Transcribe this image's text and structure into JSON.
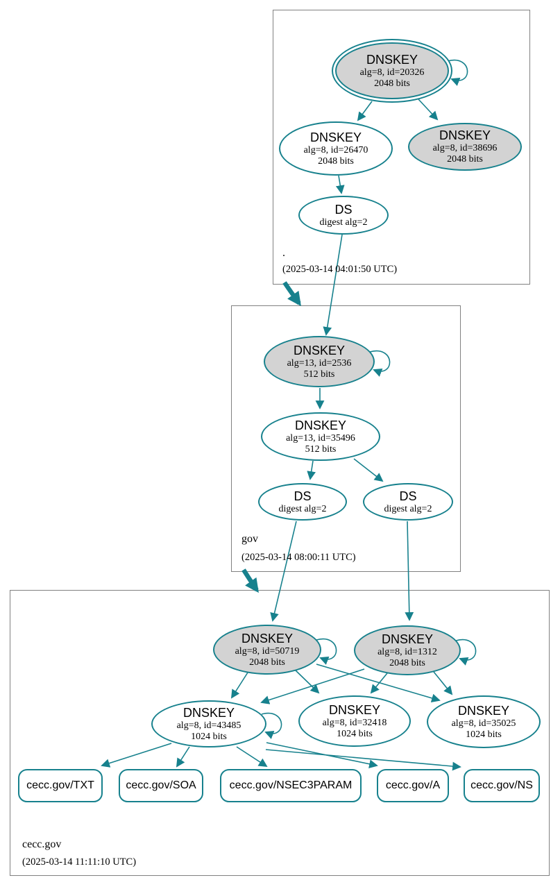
{
  "colors": {
    "edge_teal": "#17818d",
    "ksk_fill_gray": "#d3d3d3",
    "zone_box_border": "#808080",
    "node_fill_white": "#ffffff"
  },
  "zones": {
    "root": {
      "label": ".",
      "timestamp": "(2025-03-14 04:01:50 UTC)",
      "nodes": {
        "ksk": {
          "title": "DNSKEY",
          "meta": "alg=8, id=20326",
          "bits": "2048 bits"
        },
        "zsk": {
          "title": "DNSKEY",
          "meta": "alg=8, id=26470",
          "bits": "2048 bits"
        },
        "ksk2": {
          "title": "DNSKEY",
          "meta": "alg=8, id=38696",
          "bits": "2048 bits"
        },
        "ds": {
          "title": "DS",
          "meta": "digest alg=2"
        }
      }
    },
    "gov": {
      "label": "gov",
      "timestamp": "(2025-03-14 08:00:11 UTC)",
      "nodes": {
        "ksk": {
          "title": "DNSKEY",
          "meta": "alg=13, id=2536",
          "bits": "512 bits"
        },
        "zsk": {
          "title": "DNSKEY",
          "meta": "alg=13, id=35496",
          "bits": "512 bits"
        },
        "ds1": {
          "title": "DS",
          "meta": "digest alg=2"
        },
        "ds2": {
          "title": "DS",
          "meta": "digest alg=2"
        }
      }
    },
    "cecc": {
      "label": "cecc.gov",
      "timestamp": "(2025-03-14 11:11:10 UTC)",
      "nodes": {
        "ksk1": {
          "title": "DNSKEY",
          "meta": "alg=8, id=50719",
          "bits": "2048 bits"
        },
        "ksk2": {
          "title": "DNSKEY",
          "meta": "alg=8, id=1312",
          "bits": "2048 bits"
        },
        "zsk1": {
          "title": "DNSKEY",
          "meta": "alg=8, id=43485",
          "bits": "1024 bits"
        },
        "zsk2": {
          "title": "DNSKEY",
          "meta": "alg=8, id=32418",
          "bits": "1024 bits"
        },
        "zsk3": {
          "title": "DNSKEY",
          "meta": "alg=8, id=35025",
          "bits": "1024 bits"
        },
        "rrsets": {
          "txt": "cecc.gov/TXT",
          "soa": "cecc.gov/SOA",
          "nsec3param": "cecc.gov/NSEC3PARAM",
          "a": "cecc.gov/A",
          "ns": "cecc.gov/NS"
        }
      }
    }
  }
}
